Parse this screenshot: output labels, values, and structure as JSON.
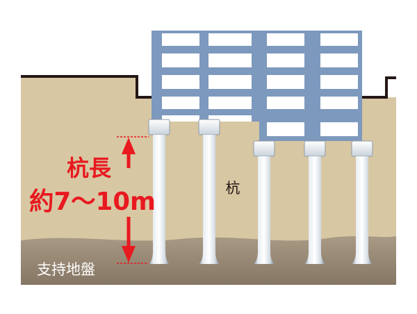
{
  "labels": {
    "pile_length_title": "杭長",
    "pile_length_value": "約7〜10m",
    "pile": "杭",
    "bearing_layer": "支持地盤"
  },
  "colors": {
    "soil": "#d8c7a3",
    "bearing_ground": "#9c8c78",
    "frame": "#7d99bd",
    "arrow": "#e8191f",
    "ground_line": "#231815",
    "pile": "#dce3ea"
  },
  "arrow": {
    "direction": "both",
    "icon": "double-headed-arrow-icon"
  }
}
